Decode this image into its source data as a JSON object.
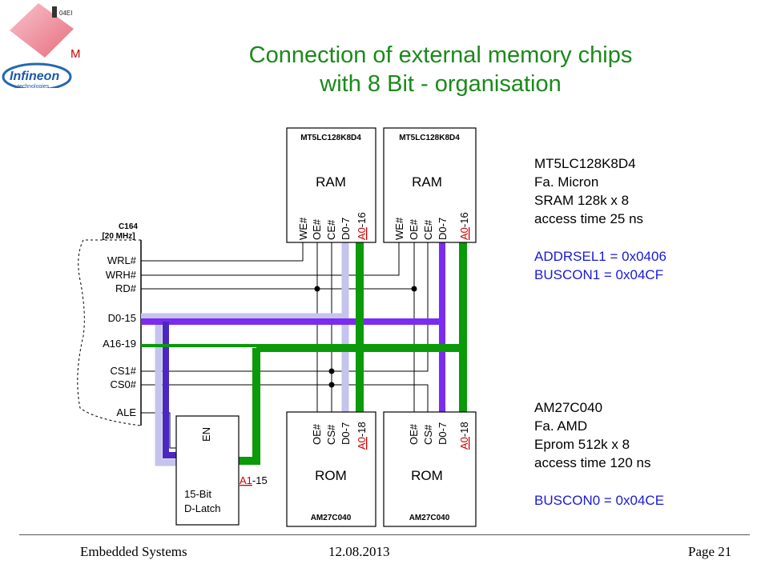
{
  "title": {
    "line1": "Connection of external memory chips",
    "line2": "with 8 Bit - organisation"
  },
  "logo": {
    "brand": "Infineon",
    "sub": "technologies",
    "mark": "04EI",
    "m_letter": "M"
  },
  "controller": {
    "name": "C164",
    "clock": "[20 MHz]",
    "pins": [
      "WRL#",
      "WRH#",
      "RD#",
      "D0-15",
      "A16-19",
      "CS1#",
      "CS0#",
      "ALE"
    ]
  },
  "ram_chips": [
    {
      "part": "MT5LC128K8D4",
      "type": "RAM",
      "pins": [
        "WE#",
        "OE#",
        "CE#",
        "D0-7"
      ],
      "addr_red": "A0",
      "addr_rest": "-16"
    },
    {
      "part": "MT5LC128K8D4",
      "type": "RAM",
      "pins": [
        "WE#",
        "OE#",
        "CE#",
        "D0-7"
      ],
      "addr_red": "A0",
      "addr_rest": "-16"
    }
  ],
  "rom_chips": [
    {
      "part": "AM27C040",
      "type": "ROM",
      "pins": [
        "OE#",
        "CS#",
        "D0-7"
      ],
      "addr_red": "A0",
      "addr_rest": "-18"
    },
    {
      "part": "AM27C040",
      "type": "ROM",
      "pins": [
        "OE#",
        "CS#",
        "D0-7"
      ],
      "addr_red": "A0",
      "addr_rest": "-18"
    }
  ],
  "latch": {
    "enable": "EN",
    "line1": "15-Bit",
    "line2": "D-Latch",
    "out_red": "A1",
    "out_rest": "-15"
  },
  "ram_info": {
    "lines": [
      "MT5LC128K8D4",
      "Fa. Micron",
      "SRAM 128k x 8",
      "access time 25 ns"
    ],
    "config": [
      "ADDRSEL1 = 0x0406",
      "BUSCON1 = 0x04CF"
    ]
  },
  "rom_info": {
    "lines": [
      "AM27C040",
      "Fa. AMD",
      "Eprom 512k x 8",
      "access time 120 ns"
    ],
    "config": [
      "BUSCON0 = 0x04CE"
    ]
  },
  "footer": {
    "left": "Embedded Systems",
    "center": "12.08.2013",
    "right": "Page 21"
  },
  "colors": {
    "title": "#1a8a1a",
    "config_text": "#1a1ad6",
    "address_bus": "#0a9a0a",
    "data_bus": "#7a2cf0",
    "data_bus_light": "#c4c4ec",
    "red_label": "#cc0000"
  }
}
